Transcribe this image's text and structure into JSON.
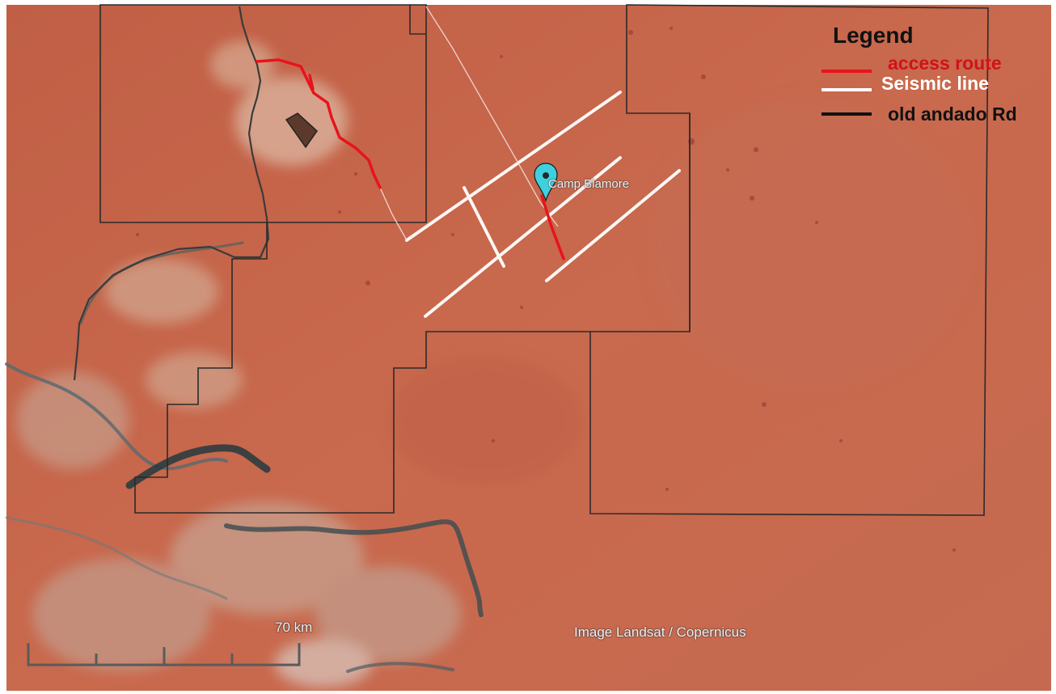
{
  "legend": {
    "title": "Legend",
    "items": [
      {
        "label": "access route",
        "color": "#e8131b",
        "label_color": "#d0121a"
      },
      {
        "label": "Seismic line",
        "color": "#ffffff",
        "label_color": "#ffffff"
      },
      {
        "label": "old andado Rd",
        "color": "#111111",
        "label_color": "#111111"
      }
    ]
  },
  "marker": {
    "label": "Camp Blamore",
    "icon": "map-pin-icon",
    "color": "#3fd0e0"
  },
  "scale_bar": {
    "label": "70 km"
  },
  "attribution": "Image Landsat / Copernicus",
  "colors": {
    "terrain": "#c8664a",
    "boundary": "#2b2b2b",
    "access_route": "#e8131b",
    "seismic_line": "#ffffff"
  }
}
